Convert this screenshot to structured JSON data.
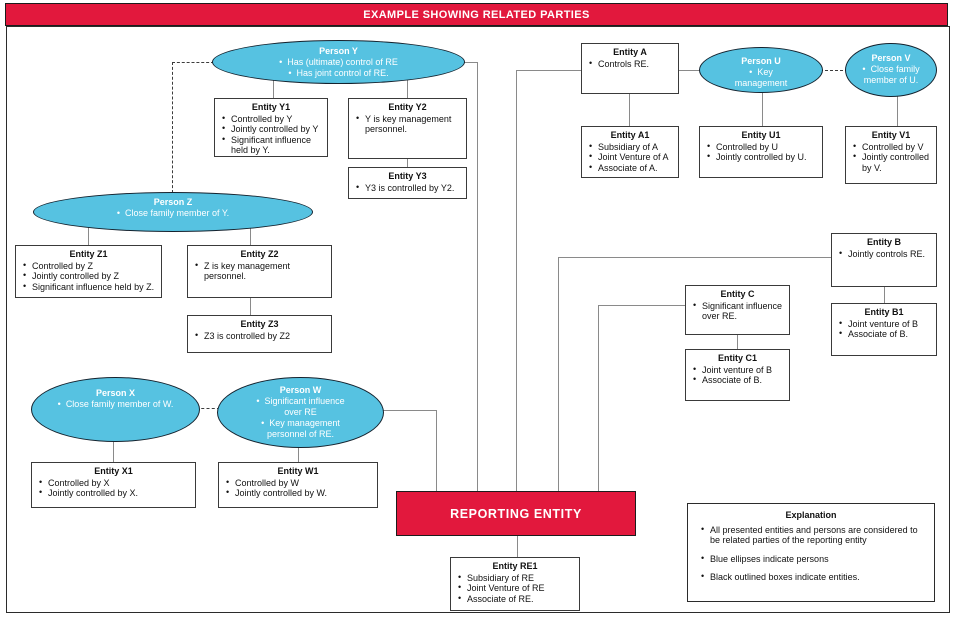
{
  "title_bar": {
    "text": "EXAMPLE SHOWING RELATED PARTIES"
  },
  "colors": {
    "accent_red": "#E2183D",
    "person_blue": "#56C2E1",
    "connector_gray": "#8a8a8a"
  },
  "reporting_entity": {
    "label": "REPORTING ENTITY"
  },
  "persons": {
    "y": {
      "name": "Person Y",
      "bullets": [
        "Has (ultimate) control of RE",
        "Has joint control of RE."
      ]
    },
    "z": {
      "name": "Person Z",
      "bullets": [
        "Close family member of Y."
      ]
    },
    "x": {
      "name": "Person X",
      "bullets": [
        "Close family member of W."
      ]
    },
    "w": {
      "name": "Person W",
      "bullets": [
        "Significant influence over RE",
        "Key management personnel of RE."
      ]
    },
    "u": {
      "name": "Person U",
      "bullets": [
        "Key management"
      ]
    },
    "v": {
      "name": "Person V",
      "bullets": [
        "Close family member of U."
      ]
    }
  },
  "entities": {
    "y1": {
      "title": "Entity Y1",
      "bullets": [
        "Controlled by Y",
        "Jointly controlled by Y",
        "Significant influence held by Y."
      ]
    },
    "y2": {
      "title": "Entity Y2",
      "bullets": [
        "Y is key management personnel."
      ]
    },
    "y3": {
      "title": "Entity Y3",
      "bullets": [
        "Y3 is controlled by Y2."
      ]
    },
    "z1": {
      "title": "Entity Z1",
      "bullets": [
        "Controlled by Z",
        "Jointly controlled by Z",
        "Significant influence held by Z."
      ]
    },
    "z2": {
      "title": "Entity Z2",
      "bullets": [
        "Z is key management personnel."
      ]
    },
    "z3": {
      "title": "Entity Z3",
      "bullets": [
        "Z3 is controlled by Z2"
      ]
    },
    "x1": {
      "title": "Entity X1",
      "bullets": [
        "Controlled by X",
        "Jointly controlled by X."
      ]
    },
    "w1": {
      "title": "Entity W1",
      "bullets": [
        "Controlled by W",
        "Jointly controlled by W."
      ]
    },
    "a": {
      "title": "Entity A",
      "bullets": [
        "Controls RE."
      ]
    },
    "a1": {
      "title": "Entity A1",
      "bullets": [
        "Subsidiary of A",
        "Joint Venture of A",
        "Associate of A."
      ]
    },
    "u1": {
      "title": "Entity U1",
      "bullets": [
        "Controlled by U",
        "Jointly controlled by U."
      ]
    },
    "v1": {
      "title": "Entity V1",
      "bullets": [
        "Controlled by V",
        "Jointly controlled by V."
      ]
    },
    "b": {
      "title": "Entity B",
      "bullets": [
        "Jointly controls RE."
      ]
    },
    "b1": {
      "title": "Entity B1",
      "bullets": [
        "Joint venture of B",
        "Associate of B."
      ]
    },
    "c": {
      "title": "Entity C",
      "bullets": [
        "Significant influence over RE."
      ]
    },
    "c1": {
      "title": "Entity C1",
      "bullets": [
        "Joint venture of B",
        "Associate of B."
      ]
    },
    "re1": {
      "title": "Entity RE1",
      "bullets": [
        "Subsidiary of RE",
        "Joint Venture of RE",
        "Associate of RE."
      ]
    }
  },
  "explanation": {
    "title": "Explanation",
    "bullets": [
      "All presented entities and persons are considered to be related parties of the reporting entity",
      "Blue ellipses indicate persons",
      "Black outlined boxes indicate entities."
    ]
  }
}
